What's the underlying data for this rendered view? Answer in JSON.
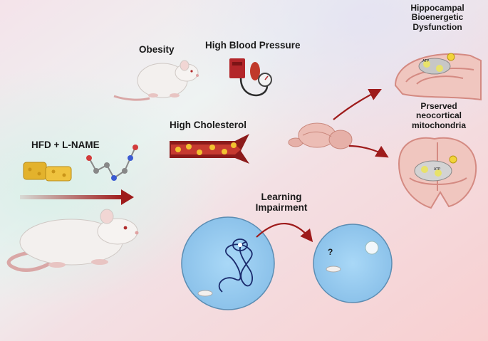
{
  "labels": {
    "obesity": "Obesity",
    "high_bp": "High Blood Pressure",
    "high_chol": "High Cholesterol",
    "hfd": "HFD + L-NAME",
    "learning": [
      "Learning",
      "Impairment"
    ],
    "hippocampal": [
      "Hippocampal",
      "Bioenergetic",
      "Dysfunction"
    ],
    "preserved": [
      "Prserved",
      "neocortical",
      "mitochondria"
    ],
    "maze_question": "?"
  },
  "icons": {
    "rat_small": "rat-icon",
    "rat_large": "rat-icon",
    "blood_pressure": "blood-pressure-cuff-icon",
    "artery": "artery-with-cholesterol-icon",
    "brain": "rat-brain-icon",
    "chow": "food-pellet-icon",
    "molecule": "l-name-molecule-icon",
    "hippocampus_slice": "brain-sagittal-section-icon",
    "neocortex_slice": "brain-coronal-section-icon",
    "maze_impaired": "water-maze-icon",
    "maze_normal": "water-maze-icon",
    "mito_small": "ATP",
    "mito_small_2": "ATP"
  },
  "colors": {
    "arrow": "#9e1b1b",
    "maze_water": "#9ed0f2",
    "tissue": "#e6b0a8",
    "pellet": "#f2c230"
  }
}
